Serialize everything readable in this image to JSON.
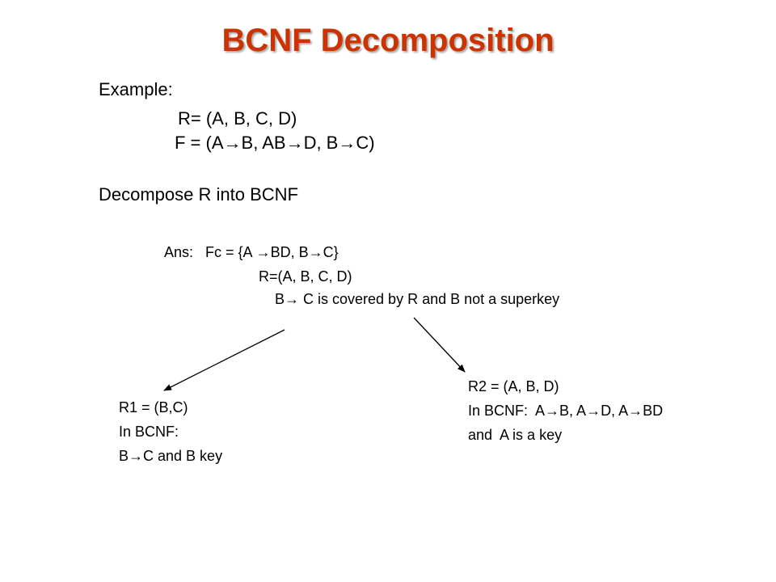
{
  "title": "BCNF Decomposition",
  "example": {
    "label": "Example:",
    "relation": "R= (A, B, C, D)",
    "fds": {
      "prefix": "F = (A",
      "arrow": "→",
      "part2": "B, AB",
      "part3": "D, B",
      "suffix": "C)"
    },
    "task": "Decompose R into BCNF"
  },
  "answer": {
    "line1": {
      "a": "Ans:   Fc = {A ",
      "arrow": "→",
      "b": "BD, B",
      "c": "C}"
    },
    "line2": "R=(A, B, C, D)",
    "line3": {
      "a": "B",
      "arrow": "→",
      "b": " C is covered by R and B not a superkey"
    }
  },
  "r1": {
    "line1": "R1 = (B,C)",
    "line2": "In BCNF:",
    "line3": {
      "a": "B",
      "arrow": "→",
      "b": "C and B key"
    }
  },
  "r2": {
    "line1": "R2 = (A, B, D)",
    "line2": {
      "a": "In BCNF:  A",
      "arrow": "→",
      "b": "B, A",
      "c": "D, A",
      "d": "BD"
    },
    "line3": "and  A is a key"
  },
  "colors": {
    "title": "#cc3300",
    "text": "#000000",
    "lines": "#000000"
  }
}
